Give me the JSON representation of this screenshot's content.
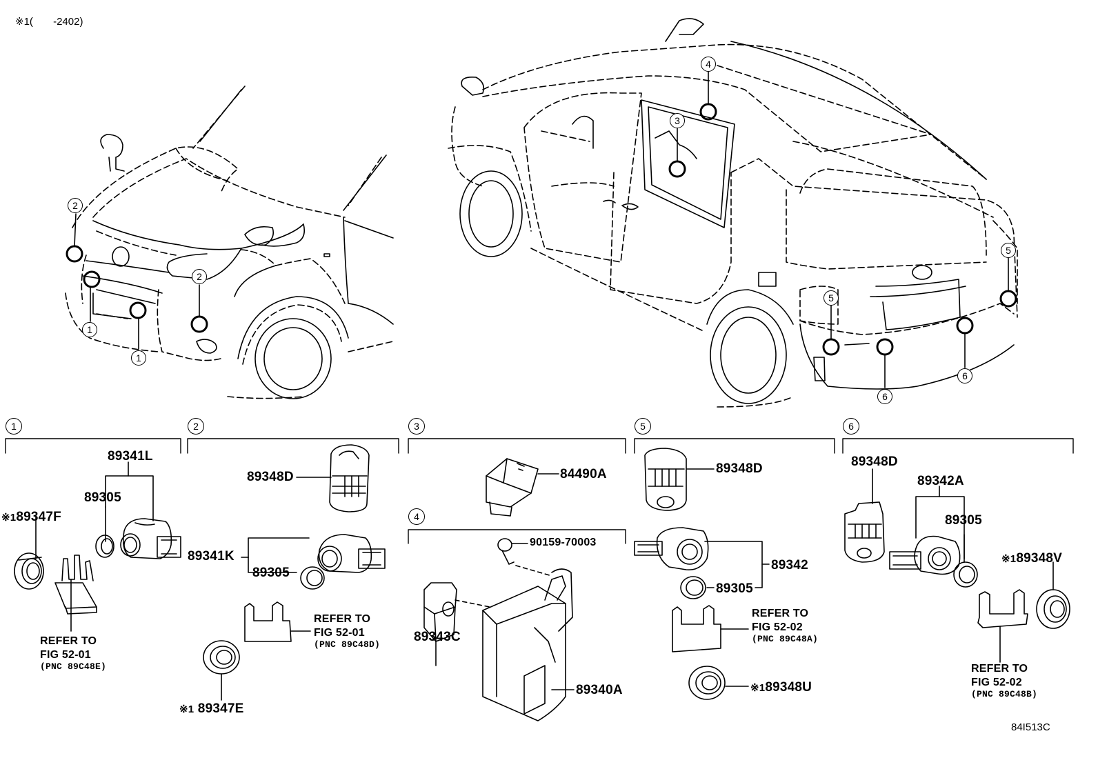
{
  "note": {
    "marker": "※1",
    "range": "(       -2402)"
  },
  "diagram_code": "84I513C",
  "callouts": {
    "front_1a": "1",
    "front_1b": "1",
    "front_2a": "2",
    "front_2b": "2",
    "rear_3": "3",
    "rear_4": "4",
    "rear_5a": "5",
    "rear_5b": "5",
    "rear_6a": "6",
    "rear_6b": "6"
  },
  "sections": {
    "s1": {
      "number": "1"
    },
    "s2": {
      "number": "2"
    },
    "s3": {
      "number": "3"
    },
    "s4": {
      "number": "4"
    },
    "s5": {
      "number": "5"
    },
    "s6": {
      "number": "6"
    }
  },
  "parts": {
    "s1_89341L": "89341L",
    "s1_89305": "89305",
    "s1_89347F_mark": "※1",
    "s1_89347F": "89347F",
    "s1_ref_line1": "REFER TO",
    "s1_ref_line2": "FIG 52-01",
    "s1_ref_pnc": "(PNC 89C48E)",
    "s2_89348D": "89348D",
    "s2_89341K": "89341K",
    "s2_89305": "89305",
    "s2_ref_line1": "REFER TO",
    "s2_ref_line2": "FIG 52-01",
    "s2_ref_pnc": "(PNC 89C48D)",
    "s2_89347E_mark": "※1",
    "s2_89347E": "89347E",
    "s3_84490A": "84490A",
    "s4_90159": "90159-70003",
    "s4_89343C": "89343C",
    "s4_89340A": "89340A",
    "s5_89348D": "89348D",
    "s5_89342": "89342",
    "s5_89305": "89305",
    "s5_ref_line1": "REFER TO",
    "s5_ref_line2": "FIG 52-02",
    "s5_ref_pnc": "(PNC 89C48A)",
    "s5_89348U_mark": "※1",
    "s5_89348U": "89348U",
    "s6_89348D": "89348D",
    "s6_89342A": "89342A",
    "s6_89305": "89305",
    "s6_89348V_mark": "※1",
    "s6_89348V": "89348V",
    "s6_ref_line1": "REFER TO",
    "s6_ref_line2": "FIG 52-02",
    "s6_ref_pnc": "(PNC 89C48B)"
  }
}
